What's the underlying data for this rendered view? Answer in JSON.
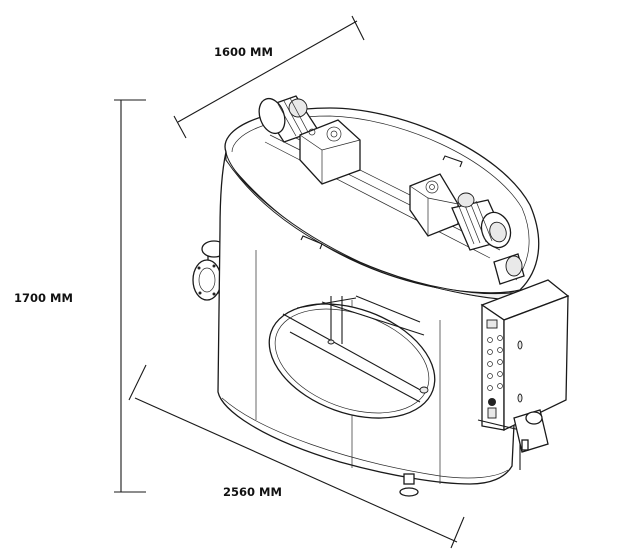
{
  "dimensions": {
    "width": "1600 MM",
    "height": "1700 MM",
    "length": "2560 MM"
  }
}
